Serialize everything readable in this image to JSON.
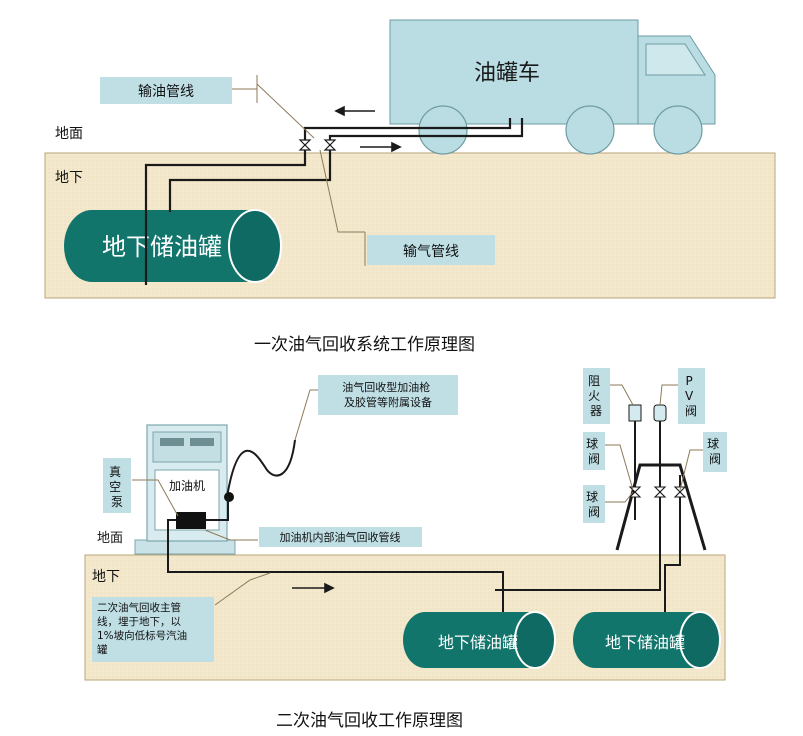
{
  "diagram1": {
    "label_ground": "地面",
    "label_underground": "地下",
    "truck_label": "油罐车",
    "tank_label": "地下储油罐",
    "oil_pipe_label": "输油管线",
    "vapor_pipe_label": "输气管线",
    "caption": "一次油气回收系统工作原理图"
  },
  "diagram2": {
    "label_ground": "地面",
    "label_underground": "地下",
    "dispenser_label": "加油机",
    "vacuum_pump_label": [
      "真",
      "空",
      "泵"
    ],
    "nozzle_label_line1": "油气回收型加油枪",
    "nozzle_label_line2": "及胶管等附属设备",
    "internal_pipe_label": "加油机内部油气回收管线",
    "main_pipe_lines": [
      "二次油气回收主管",
      "线，埋于地下，以",
      "1%坡向低标号汽油",
      "罐"
    ],
    "flame_arrester_label": [
      "阻",
      "火",
      "器"
    ],
    "pv_valve_label": [
      "P",
      "V",
      "阀"
    ],
    "ball_valve_label_left_top": [
      "球",
      "阀"
    ],
    "ball_valve_label_right": [
      "球",
      "阀"
    ],
    "ball_valve_label_left_bottom": [
      "球",
      "阀"
    ],
    "tank1_label": "地下储油罐",
    "tank2_label": "地下储油罐",
    "caption": "二次油气回收工作原理图"
  },
  "colors": {
    "ground": "#f2e6c8",
    "ground_border": "#b9a47a",
    "tank": "#11756c",
    "tank_dark": "#0b5e57",
    "truck": "#b9dde3",
    "truck_border": "#6e9ca3",
    "label_box": "#bfdfe5",
    "pipe": "#1a1a1a"
  }
}
